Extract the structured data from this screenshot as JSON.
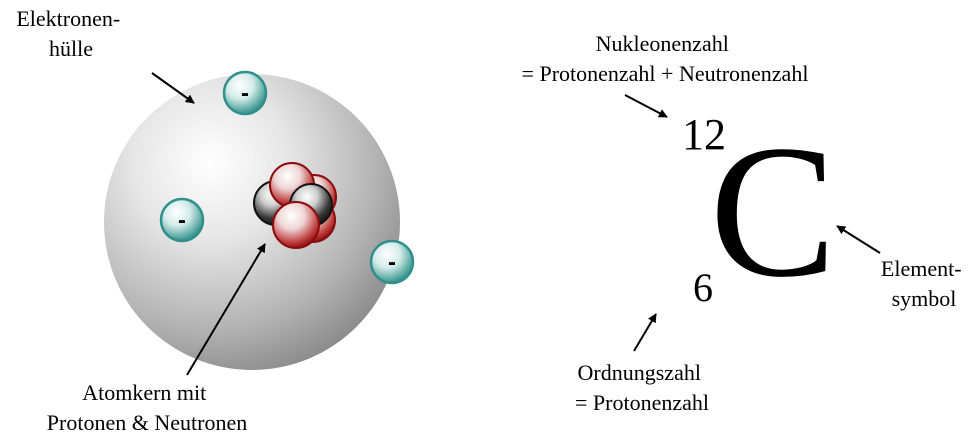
{
  "atom": {
    "electron_shell_label": [
      "Elektronen-",
      "hülle"
    ],
    "nucleus_label": [
      "Atomkern mit",
      "Protonen & Neutronen"
    ],
    "electron_charge": "-",
    "colors": {
      "shell_light": "#ffffff",
      "shell_dark": "#8a8a8a",
      "electron": "#2f8f8a",
      "proton": "#9a0f10",
      "neutron": "#1a1a1a"
    }
  },
  "notation": {
    "element_symbol": "C",
    "mass_number": "12",
    "atomic_number": "6",
    "mass_number_label": [
      "Nukleonenzahl",
      "= Protonenzahl + Neutronenzahl"
    ],
    "atomic_number_label": [
      "Ordnungszahl",
      "= Protonenzahl"
    ],
    "symbol_label": [
      "Element-",
      "symbol"
    ]
  }
}
